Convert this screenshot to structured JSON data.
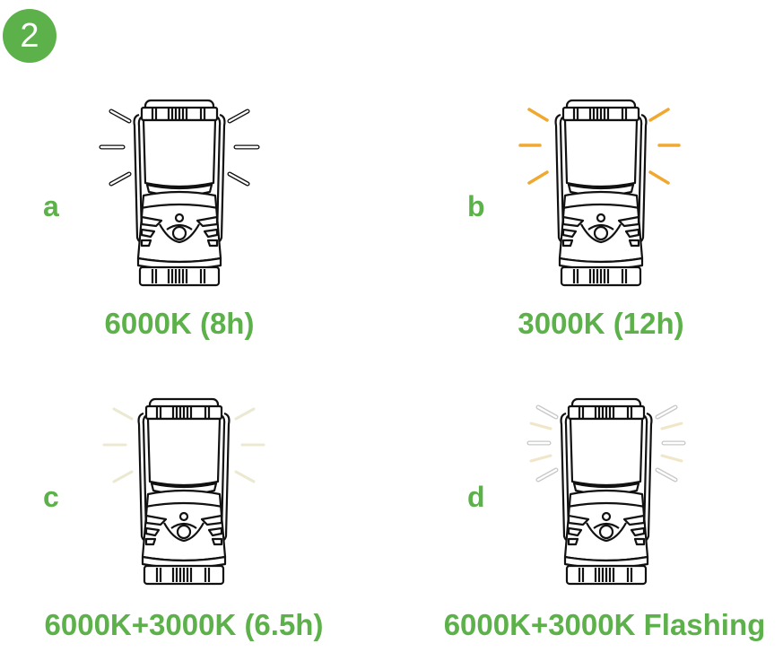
{
  "step": {
    "number": "2",
    "color": "#5db14a"
  },
  "modes": [
    {
      "letter": "a",
      "caption": "6000K (8h)",
      "ray_style": "outline-white"
    },
    {
      "letter": "b",
      "caption": "3000K (12h)",
      "ray_style": "solid-orange",
      "ray_color": "#f0a830"
    },
    {
      "letter": "c",
      "caption": "6000K+3000K (6.5h)",
      "ray_style": "faint-cream",
      "ray_color": "#ece9d2"
    },
    {
      "letter": "d",
      "caption": "6000K+3000K Flashing",
      "ray_style": "alternating-outline-and-cream"
    }
  ],
  "icons": {
    "lantern": "camping-lantern-icon"
  }
}
